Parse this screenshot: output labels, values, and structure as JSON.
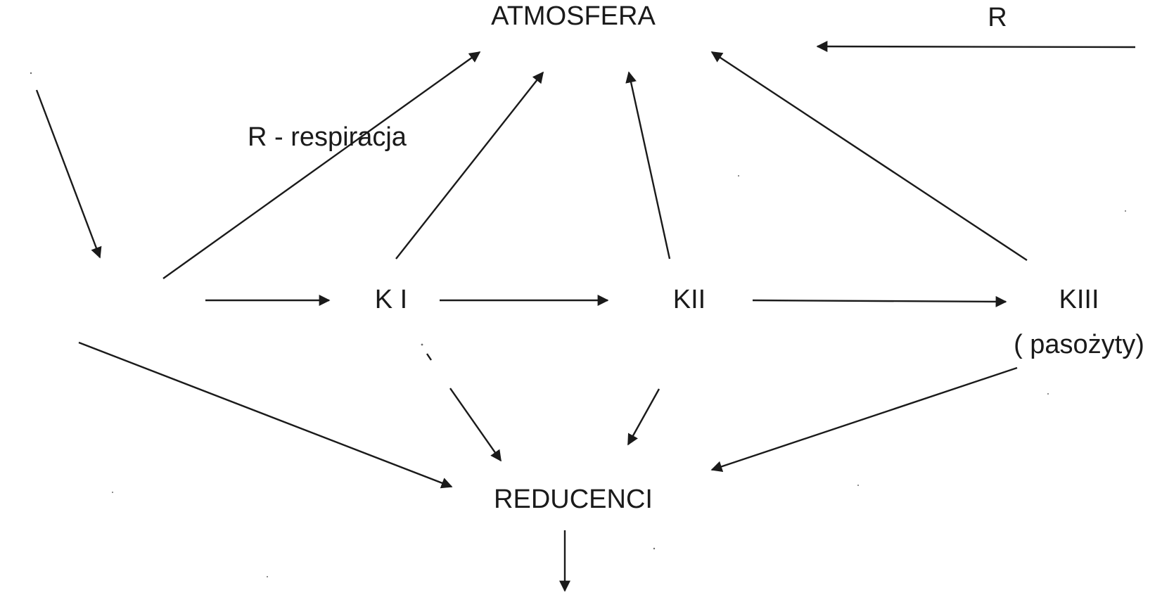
{
  "nodes": {
    "atmosfera": "ATMOSFERA",
    "r": "R",
    "k1": "K I",
    "k2": "KII",
    "k3": "KIII",
    "k3_note": "( pasożyty)",
    "reducenci": "REDUCENCI"
  },
  "legend": {
    "respiration": "R - respiracja"
  },
  "colors": {
    "ink": "#1a1a1a",
    "background": "#ffffff"
  }
}
